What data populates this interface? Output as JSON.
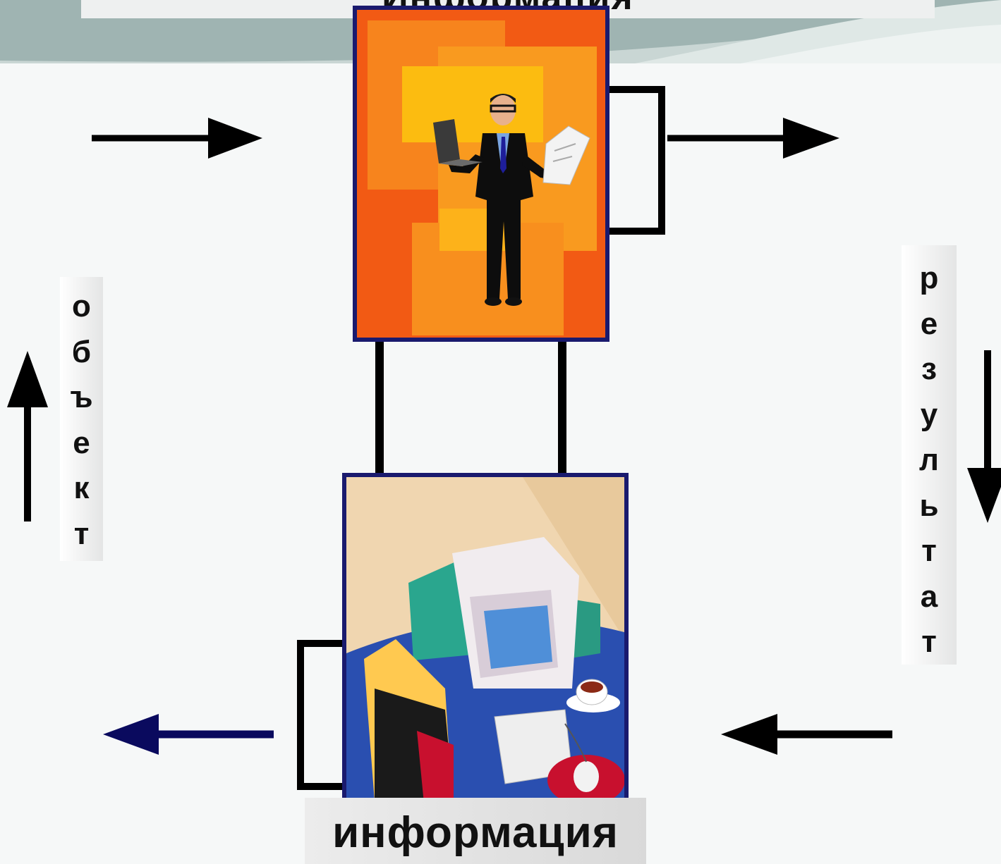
{
  "header": {
    "title": "Информация"
  },
  "labels": {
    "left_vertical": [
      "о",
      "б",
      "ъ",
      "е",
      "к",
      "т"
    ],
    "right_vertical": [
      "р",
      "е",
      "з",
      "у",
      "л",
      "ь",
      "т",
      "а",
      "т"
    ],
    "bottom_caption": "информация"
  },
  "icons": {
    "top_picture": "businessman-with-laptop-icon",
    "bottom_picture": "computer-with-book-icon"
  },
  "colors": {
    "arrow": "#000000",
    "arrow_accent": "#0a0a5e",
    "frame_border": "#1a1a6e",
    "frame_top_bg": "#f25a14",
    "frame_bottom_bg": "#f3d7ae"
  }
}
